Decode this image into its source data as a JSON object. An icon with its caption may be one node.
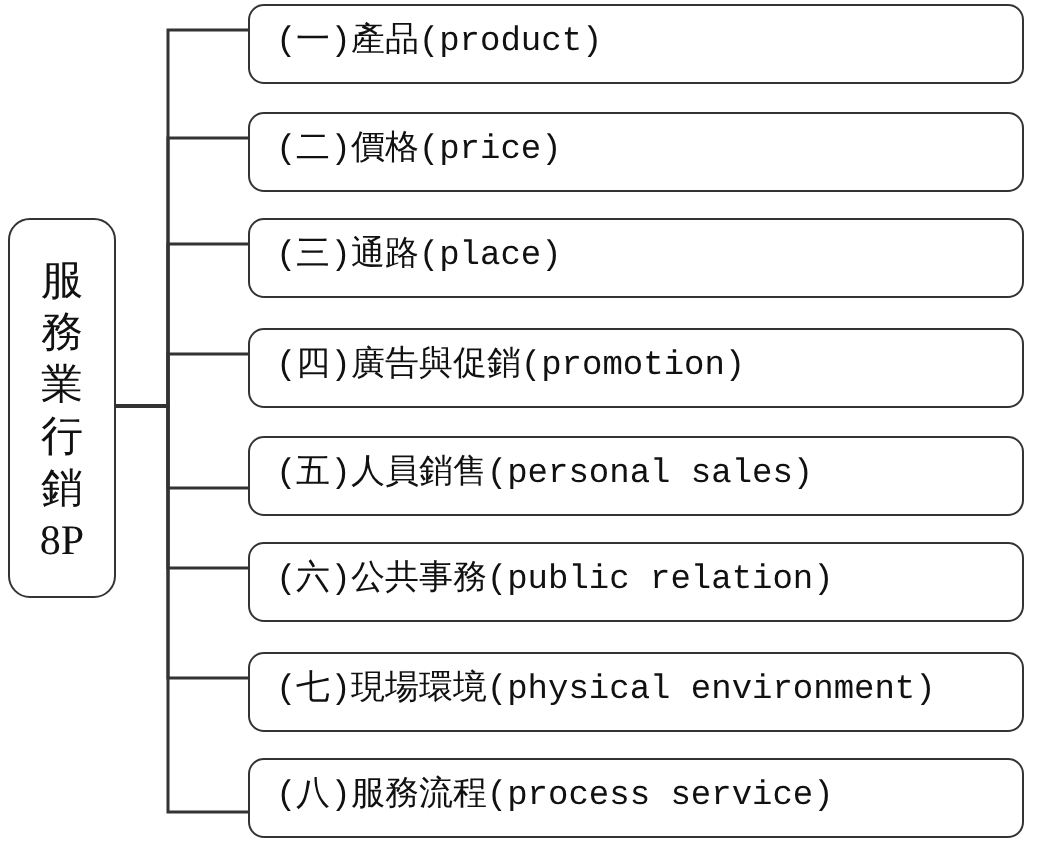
{
  "diagram": {
    "nodes": [
      {
        "text": [
          "服務業行銷8P"
        ]
      },
      {
        "text": [
          "(一)產品(product)"
        ]
      },
      {
        "text": [
          "(二)價格(price)"
        ]
      },
      {
        "text": [
          "(三)通路(place)"
        ]
      },
      {
        "text": [
          "(四)廣告與促銷(promotion)"
        ]
      },
      {
        "text": [
          "(五)人員銷售(personal sales)"
        ]
      },
      {
        "text": [
          "(六)公共事務(public relation)"
        ]
      },
      {
        "text": [
          "(七)現場環境(physical environment)"
        ]
      },
      {
        "text": [
          "(八)服務流程(process service)"
        ]
      }
    ],
    "edges": [
      {
        "from": 0,
        "to": 1,
        "arrow": "none"
      },
      {
        "from": 0,
        "to": 2,
        "arrow": "none"
      },
      {
        "from": 0,
        "to": 3,
        "arrow": "none"
      },
      {
        "from": 0,
        "to": 4,
        "arrow": "none"
      },
      {
        "from": 0,
        "to": 5,
        "arrow": "none"
      },
      {
        "from": 0,
        "to": 6,
        "arrow": "none"
      },
      {
        "from": 0,
        "to": 7,
        "arrow": "none"
      },
      {
        "from": 0,
        "to": 8,
        "arrow": "none"
      }
    ]
  }
}
